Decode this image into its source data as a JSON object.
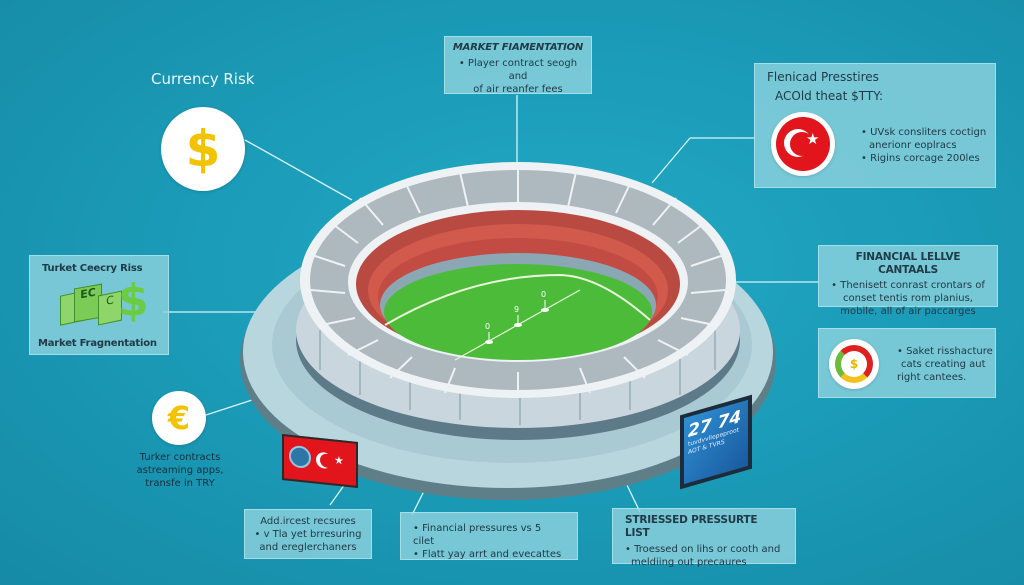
{
  "colors": {
    "background": "#1b9cb8",
    "card": "#8cd2de",
    "coin_yellow": "#f2c400",
    "flag_red": "#e3151c",
    "pitch_green": "#4cbb3a",
    "stands_red": "#c8473f",
    "money_green": "#6ccb44",
    "scoreboard_blue": "#1e6fb6"
  },
  "currency_risk": {
    "label": "Currency Risk",
    "icon": "dollar-coin-icon",
    "glyph": "$"
  },
  "market_fragmentation_top": {
    "title": "MARKET FIAMENTATION",
    "bullet": "• Player contract seogh and",
    "bullet_cont": "of air reanfer fees"
  },
  "financial_pressures_card": {
    "title": "Flenicad Presstires",
    "subtitle": "ACOld theat $TTY:",
    "icon": "turkish-flag-circle-icon",
    "bullets": [
      "• UVsk consliters coctign",
      "anerionr eoplracs",
      "• Rigins corcage 200les"
    ]
  },
  "turkey_currency_card": {
    "title": "Turket Ceecry Riss",
    "icon": "money-stack-icon",
    "footer": "Market Fragnentation"
  },
  "financial_lellve_card": {
    "title": "FINANCIAL LELLVE CANTAALS",
    "bullet": "• Thenisett conrast crontars of",
    "lines": [
      "conset tentis rom planius,",
      "mobile, all of air paccarges"
    ]
  },
  "saket_card": {
    "icon": "risk-gauge-dollar-icon",
    "bullet": "• Saket risshacture",
    "lines": [
      "cats creating aut",
      "right cantees."
    ]
  },
  "euro_note": {
    "icon": "euro-coin-icon",
    "glyph": "€",
    "lines": [
      "Turker contracts",
      "astreaming apps,",
      "transfe in TRY"
    ]
  },
  "bottom_cards": {
    "addlircest": {
      "title": "Add.ircest recsures",
      "lines": [
        "• v Tla yet brresuring",
        "and ereglerchaners"
      ]
    },
    "financial_pressures": {
      "lines": [
        "• Financial pressures vs 5 cilet",
        "• Flatt yay arrt and evecattes"
      ]
    },
    "stressed": {
      "title": "STRIESSED PRESSURTE LIST",
      "lines": [
        "• Troessed on lihs or cooth and",
        "meldiing out precaures"
      ]
    }
  },
  "stadium": {
    "scoreboard_value": "27 74",
    "scoreboard_sub": "tuvdvvllepeproot",
    "scoreboard_sub2": "AOT & TVRS",
    "markers": [
      "0",
      "9",
      "0"
    ]
  }
}
